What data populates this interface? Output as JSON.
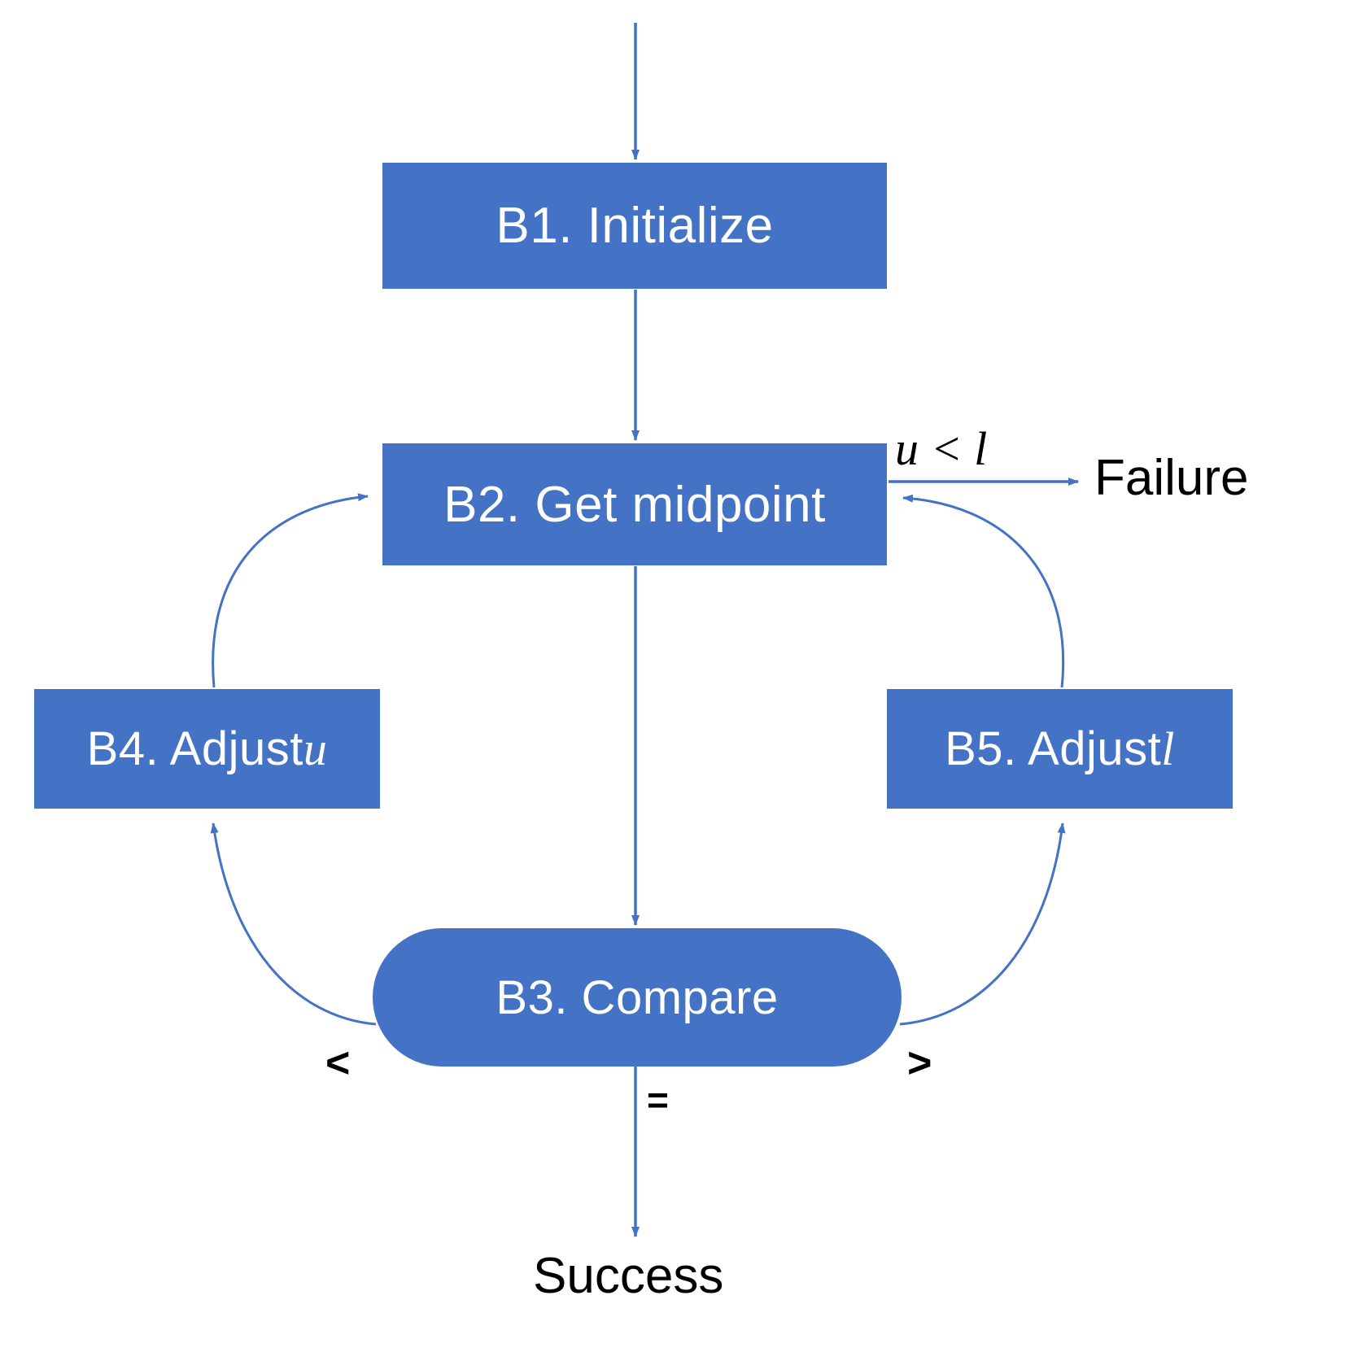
{
  "diagram": {
    "title": "Binary search flowchart",
    "accent_color": "#4472C4",
    "text_color_on_node": "#FFFFFF",
    "label_color": "#000000",
    "background": "#FFFFFF"
  },
  "nodes": [
    {
      "id": "B1",
      "label": "B1. Initialize",
      "shape": "rectangle"
    },
    {
      "id": "B2",
      "label": "B2. Get midpoint",
      "shape": "rectangle"
    },
    {
      "id": "B3",
      "label": "B3. Compare",
      "shape": "stadium"
    },
    {
      "id": "B4",
      "label_prefix": "B4. Adjust ",
      "label_math": "u",
      "shape": "rectangle"
    },
    {
      "id": "B5",
      "label_prefix": "B5. Adjust ",
      "label_math": "l",
      "shape": "rectangle"
    }
  ],
  "edge_labels": {
    "u_less_than_l": "u < l",
    "less_than": "<",
    "greater_than": ">",
    "equals": "="
  },
  "terminals": {
    "failure": "Failure",
    "success": "Success"
  },
  "edges": [
    {
      "from": "start",
      "to": "B1",
      "label": ""
    },
    {
      "from": "B1",
      "to": "B2",
      "label": ""
    },
    {
      "from": "B2",
      "to": "Failure",
      "label": "u < l"
    },
    {
      "from": "B2",
      "to": "B3",
      "label": ""
    },
    {
      "from": "B3",
      "to": "B4",
      "label": "<"
    },
    {
      "from": "B3",
      "to": "B5",
      "label": ">"
    },
    {
      "from": "B3",
      "to": "Success",
      "label": "="
    },
    {
      "from": "B4",
      "to": "B2",
      "label": ""
    },
    {
      "from": "B5",
      "to": "B2",
      "label": ""
    }
  ]
}
